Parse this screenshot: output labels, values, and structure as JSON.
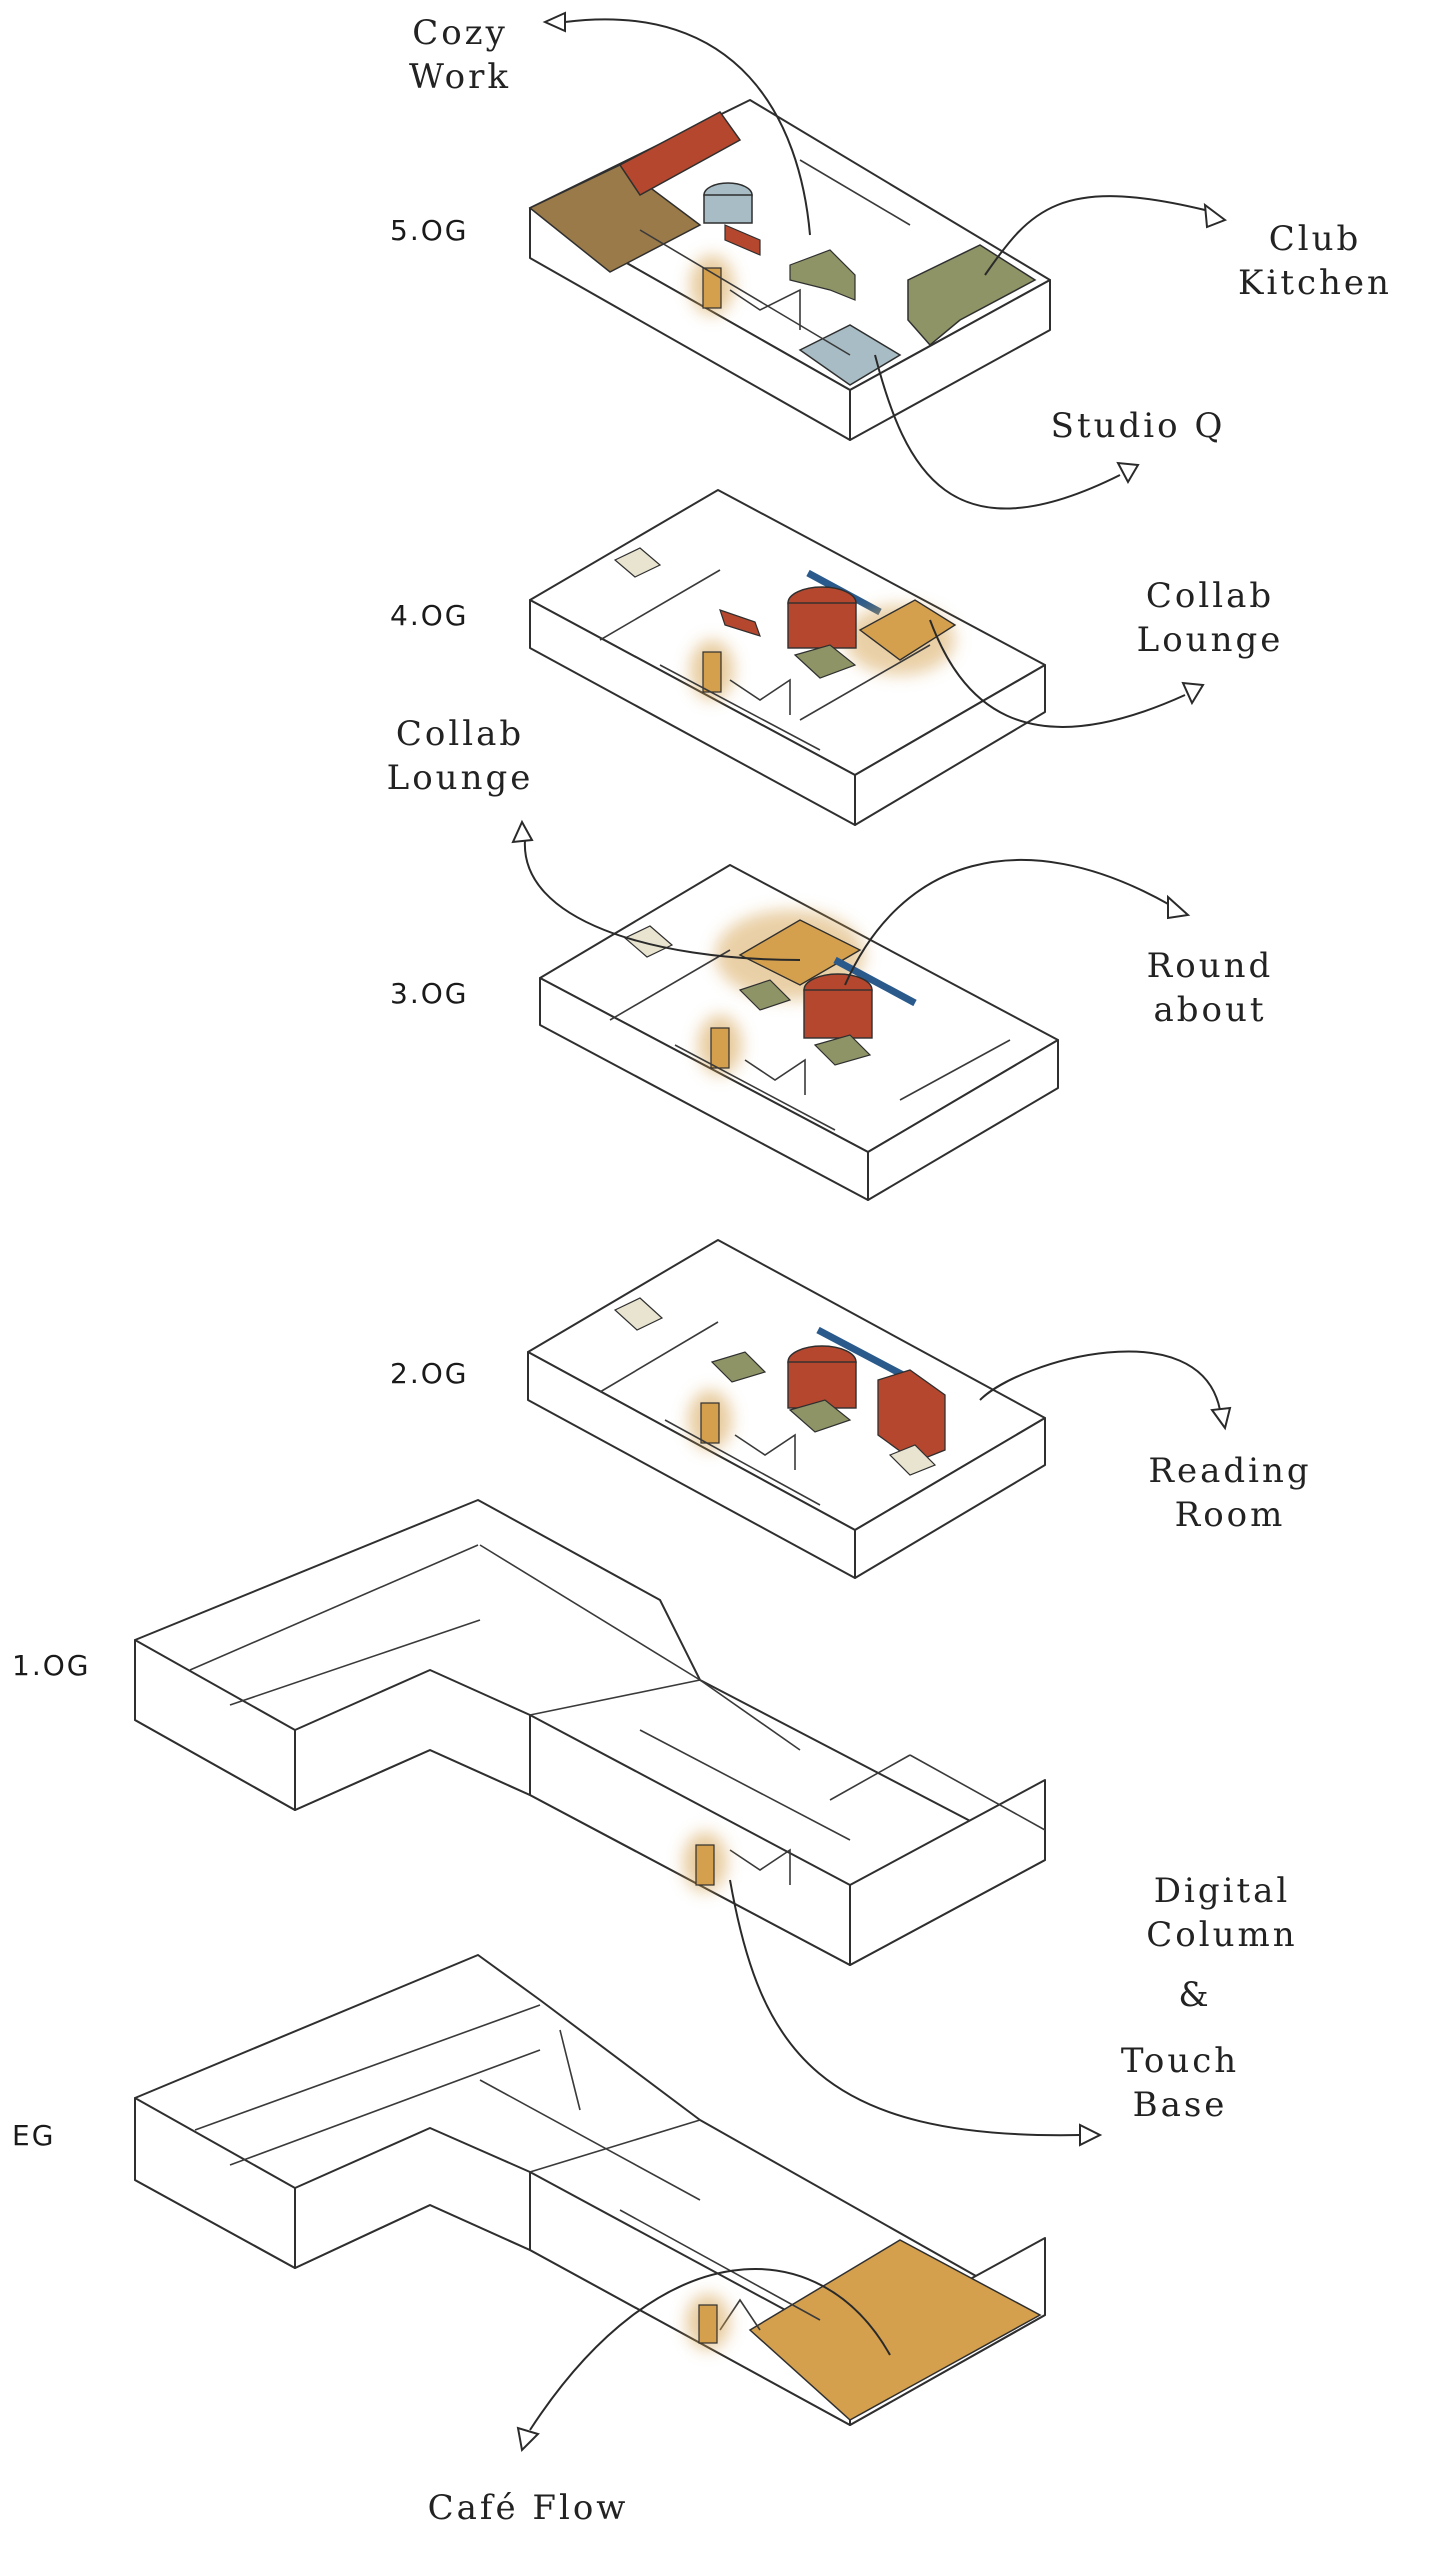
{
  "levels": {
    "og5": "5.OG",
    "og4": "4.OG",
    "og3": "3.OG",
    "og2": "2.OG",
    "og1": "1.OG",
    "eg": "EG"
  },
  "labels": {
    "cozy_work": [
      "Cozy",
      "Work"
    ],
    "club_kitchen": [
      "Club",
      "Kitchen"
    ],
    "studio_q": "Studio Q",
    "collab_lounge_4": [
      "Collab",
      "Lounge"
    ],
    "collab_lounge_3": [
      "Collab",
      "Lounge"
    ],
    "round_about": [
      "Round",
      "about"
    ],
    "reading_room": [
      "Reading",
      "Room"
    ],
    "digital_column": [
      "Digital",
      "Column"
    ],
    "ampersand": "&",
    "touch_base": [
      "Touch",
      "Base"
    ],
    "cafe_flow": "Café Flow"
  },
  "colors": {
    "terracotta": "#b5472e",
    "olive": "#8e9466",
    "ochre": "#d4a04e",
    "light_blue": "#a7bcc4",
    "navy": "#2a5a8c",
    "brown": "#9a7a48",
    "cream": "#e8e4d0",
    "line": "#2f2f2f"
  }
}
